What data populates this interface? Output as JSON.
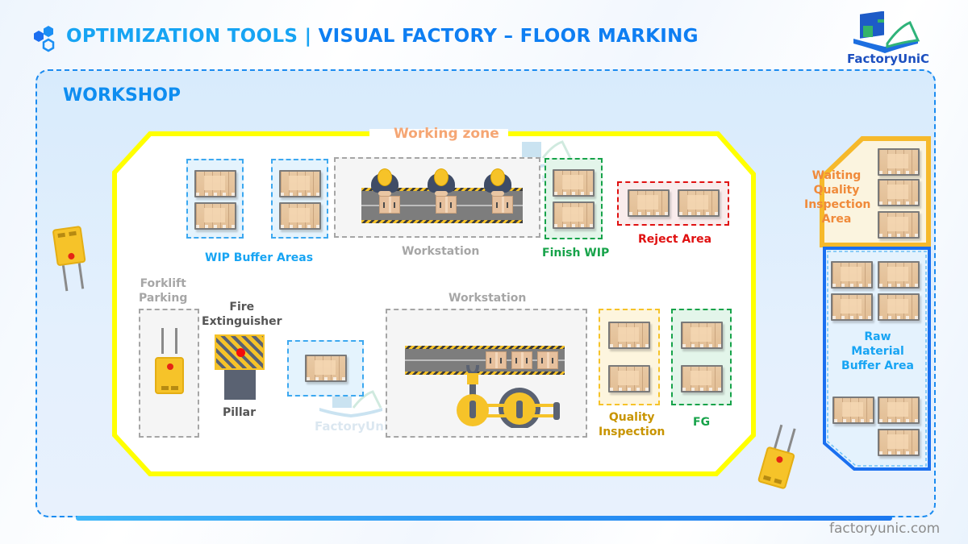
{
  "header": {
    "title_part1": "OPTIMIZATION TOOLS | ",
    "title_part2": "VISUAL FACTORY – FLOOR MARKING",
    "logo_text": "FactoryUniC"
  },
  "workshop": {
    "title": "WORKSHOP",
    "working_zone_label": "Working zone"
  },
  "zones": {
    "wip_buffer": "WIP Buffer Areas",
    "workstation_top": "Workstation",
    "finish_wip": "Finish WIP",
    "reject_area": "Reject Area",
    "forklift_parking_line1": "Forklift",
    "forklift_parking_line2": "Parking",
    "fire_ext_line1": "Fire",
    "fire_ext_line2": "Extinguisher",
    "pillar": "Pillar",
    "workstation_bottom": "Workstation",
    "quality_inspection_line1": "Quality",
    "quality_inspection_line2": "Inspection",
    "fg": "FG",
    "waiting_qi_line1": "Waiting",
    "waiting_qi_line2": "Quality",
    "waiting_qi_line3": "Inspection",
    "waiting_qi_line4": "Area",
    "raw_material_line1": "Raw",
    "raw_material_line2": "Material",
    "raw_material_line3": "Buffer Area"
  },
  "watermark_text": "FactoryUniC",
  "footer": {
    "website": "factoryunic.com"
  },
  "colors": {
    "title_blue": "#0e7ef2",
    "working_zone_yellow": "#ffff00",
    "wip_blue": "#17a4f3",
    "finish_green": "#17a34a",
    "reject_red": "#e01010",
    "qi_gold": "#c89400",
    "waiting_orange": "#f08a3a",
    "raw_blue": "#1a6ff0"
  }
}
